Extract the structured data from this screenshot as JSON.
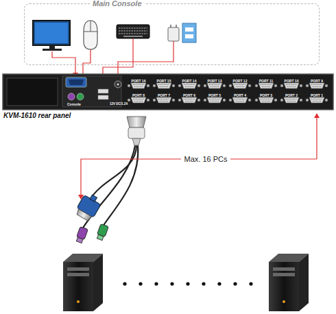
{
  "diagram": {
    "nodes": [
      {
        "text": [
          "Main Console"
        ]
      },
      {
        "text": [
          "KVM-1610 rear panel"
        ]
      }
    ],
    "labels": [
      "PORT 16",
      "PORT 15",
      "PORT 14",
      "PORT 13",
      "PORT 12",
      "PORT 11",
      "PORT 10",
      "PORT 9",
      "PORT 8",
      "PORT 7",
      "PORT 6",
      "PORT 5",
      "PORT 4",
      "PORT 3",
      "PORT 2",
      "PORT 1",
      "Console",
      "12V DC/1.2A",
      "Max. 16 PCs"
    ]
  }
}
